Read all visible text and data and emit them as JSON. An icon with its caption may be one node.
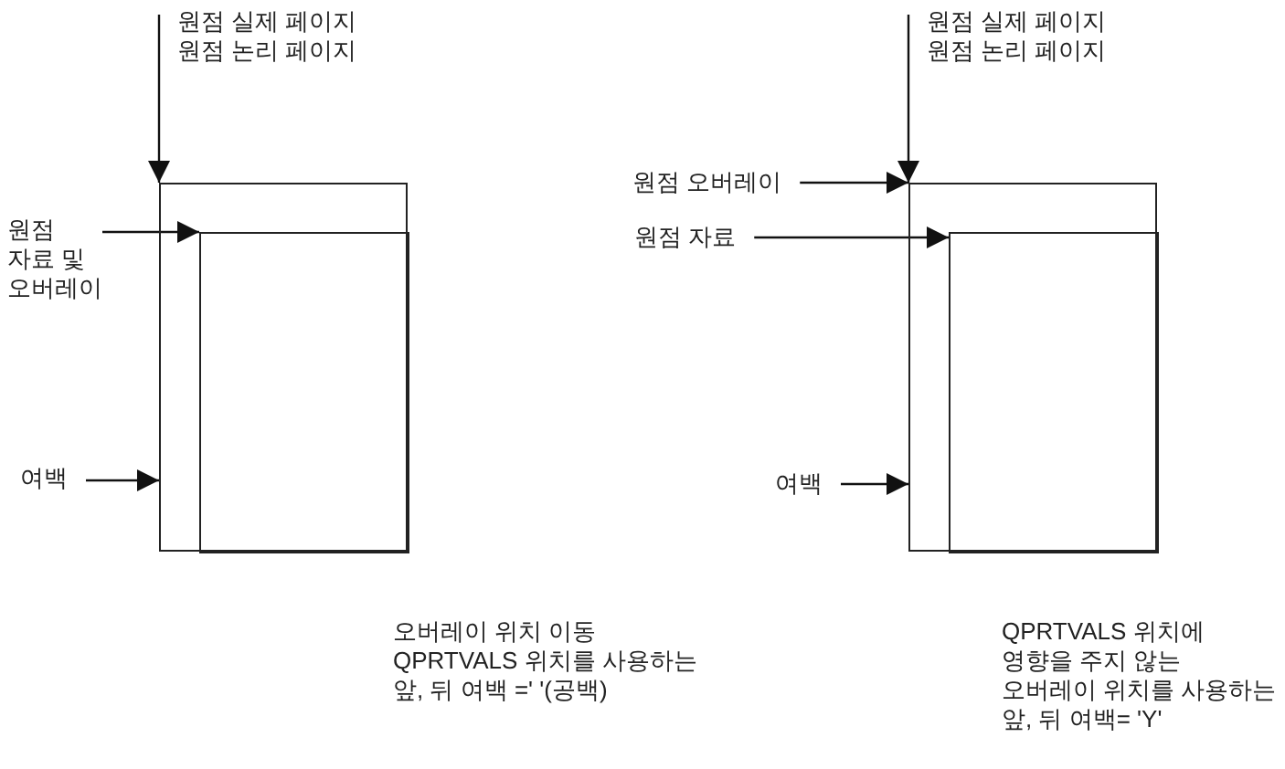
{
  "diagram": {
    "nodes": [
      {
        "text": [
          "원점 실제 페이지",
          "원점 논리 페이지"
        ]
      },
      {
        "text": [],
        "shape": "box"
      },
      {
        "text": [],
        "shape": "box",
        "in": 1
      },
      {
        "text": [
          "원점 자료 및 오버레이"
        ]
      },
      {
        "text": [
          "여백"
        ]
      },
      {
        "text": [
          "원점 실제 페이지",
          "원점 논리 페이지"
        ]
      },
      {
        "text": [],
        "shape": "box"
      },
      {
        "text": [],
        "shape": "box",
        "in": 6
      },
      {
        "text": [
          "원점 오버레이"
        ]
      },
      {
        "text": [
          "원점 자료"
        ]
      },
      {
        "text": [
          "여백"
        ]
      }
    ],
    "edges": [
      {
        "from": 0,
        "to": 1,
        "arrow": "to"
      },
      {
        "from": 3,
        "to": 2,
        "arrow": "to"
      },
      {
        "from": 4,
        "to": 1,
        "arrow": "to"
      },
      {
        "from": 5,
        "to": 6,
        "arrow": "to"
      },
      {
        "from": 8,
        "to": 6,
        "arrow": "to"
      },
      {
        "from": 9,
        "to": 7,
        "arrow": "to"
      },
      {
        "from": 10,
        "to": 6,
        "arrow": "to"
      }
    ],
    "labels": [
      "오버레이 위치 이동 QPRTVALS 위치를 사용하는 앞, 뒤 여백 =' '(공백)",
      "QPRTVALS 위치에 영향을 주지 않는 오버레이 위치를 사용하는 앞, 뒤 여백= 'Y'"
    ]
  }
}
